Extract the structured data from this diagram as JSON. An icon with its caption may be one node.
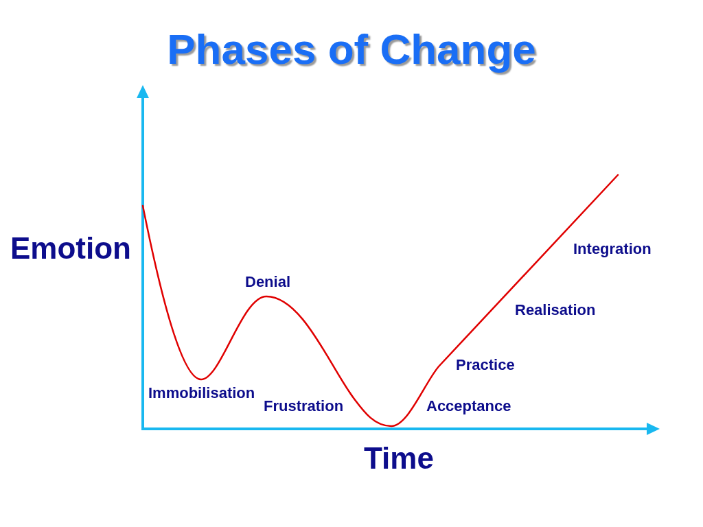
{
  "diagram": {
    "title": "Phases of Change",
    "labels": [
      "Emotion",
      "Integration",
      "Denial",
      "Realisation",
      "Practice",
      "Immobilisation",
      "Frustration",
      "Acceptance",
      "Time"
    ]
  }
}
